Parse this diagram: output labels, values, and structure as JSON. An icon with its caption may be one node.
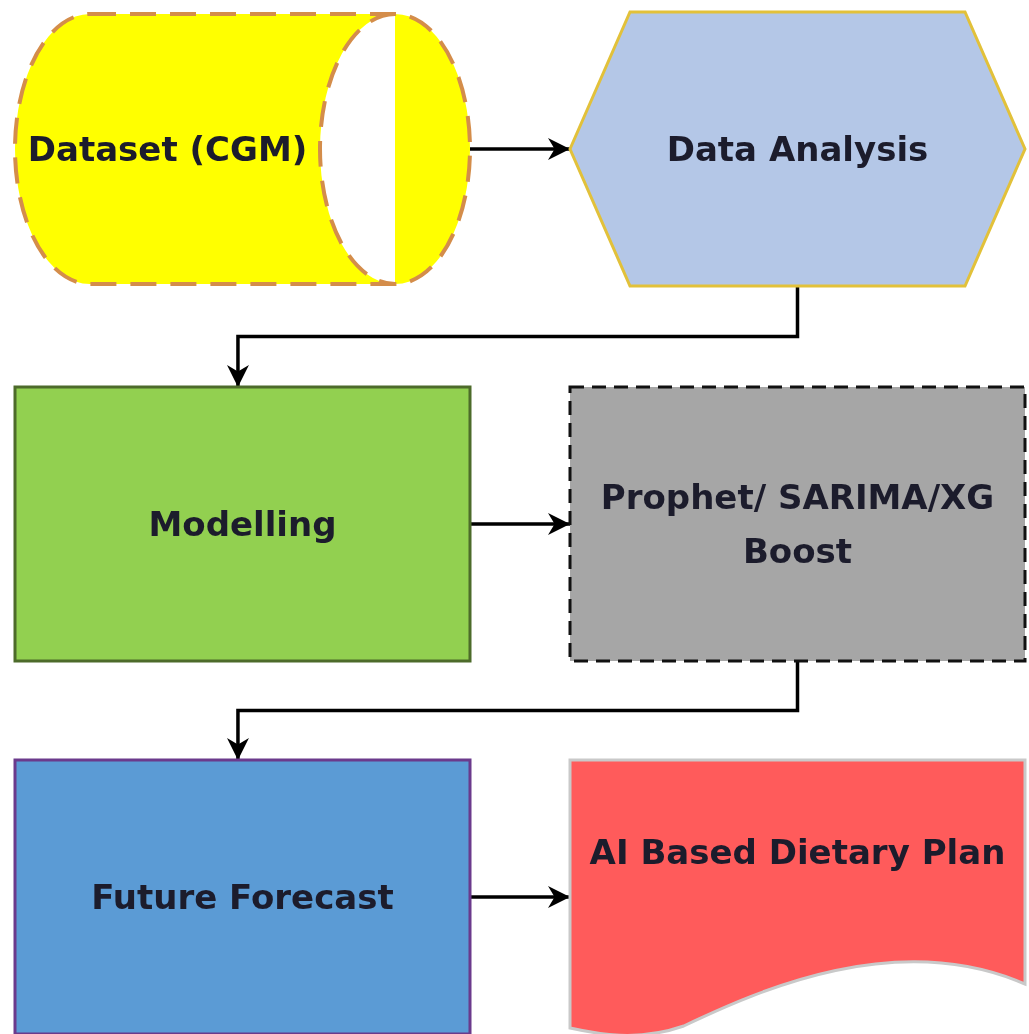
{
  "diagram": {
    "nodes": [
      {
        "text": [
          "Dataset (CGM)"
        ]
      },
      {
        "text": [
          "Data Analysis"
        ]
      },
      {
        "text": [
          "Modelling"
        ]
      },
      {
        "text": [
          "Prophet/ SARIMA/XG Boost"
        ]
      },
      {
        "text": [
          "Future Forecast"
        ]
      },
      {
        "text": [
          "AI Based Dietary Plan"
        ]
      }
    ],
    "edges": [
      {
        "from": 0,
        "to": 1,
        "arrow": "to"
      },
      {
        "from": 1,
        "to": 2,
        "arrow": "to"
      },
      {
        "from": 2,
        "to": 3,
        "arrow": "to"
      },
      {
        "from": 3,
        "to": 4,
        "arrow": "to"
      },
      {
        "from": 4,
        "to": 5,
        "arrow": "to"
      }
    ]
  }
}
